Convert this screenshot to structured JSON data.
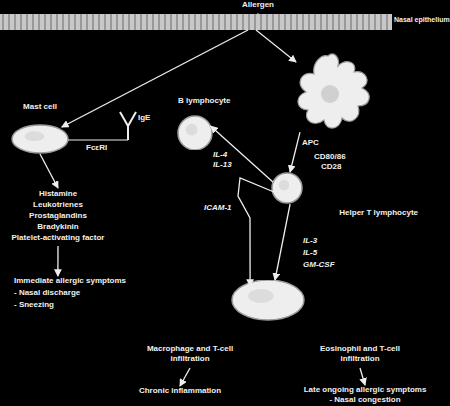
{
  "diagram": {
    "nodes": [
      {
        "text": [
          "Allergen"
        ]
      },
      {
        "text": [
          "Nasal epithelium"
        ]
      },
      {
        "text": [
          "Mast cell"
        ]
      },
      {
        "text": [
          "B lymphocyte"
        ]
      },
      {
        "text": [
          "APC"
        ]
      },
      {
        "text": [
          "Helper T lymphocyte"
        ]
      },
      {
        "text": [
          "Histamine",
          "Leukotrienes",
          "Prostaglandins",
          "Bradykinin",
          "Platelet-activating factor"
        ]
      },
      {
        "text": [
          "Immediate allergic symptoms",
          "- Nasal discharge",
          "- Sneezing"
        ]
      },
      {
        "text": [
          "Macrophage and T-cell infiltration",
          "Eosinophil and T-cell infiltration"
        ]
      },
      {
        "text": [
          "Chronic inflammation"
        ]
      },
      {
        "text": [
          "Late ongoing allergic symptoms",
          "- Nasal congestion"
        ]
      }
    ],
    "edges": [
      {
        "from": 1,
        "to": 2,
        "arrow": "to"
      },
      {
        "from": 1,
        "to": 4,
        "arrow": "to"
      },
      {
        "from": 4,
        "to": 5,
        "arrow": "to"
      },
      {
        "from": 5,
        "to": 3,
        "arrow": "to"
      },
      {
        "from": 5,
        "to": 8,
        "arrow": "to"
      },
      {
        "from": 5,
        "to": 8,
        "arrow": "to"
      },
      {
        "from": 2,
        "to": 6,
        "arrow": "to"
      },
      {
        "from": 6,
        "to": 7,
        "arrow": "to"
      },
      {
        "from": 8,
        "to": 9,
        "arrow": "to"
      },
      {
        "from": 8,
        "to": 10,
        "arrow": "to"
      }
    ],
    "labels": [
      "IgE",
      "FcεRI",
      "IL-4",
      "IL-13",
      "ICAM-1",
      "CD80/86",
      "CD28",
      "IL-3",
      "IL-5",
      "GM-CSF"
    ]
  }
}
